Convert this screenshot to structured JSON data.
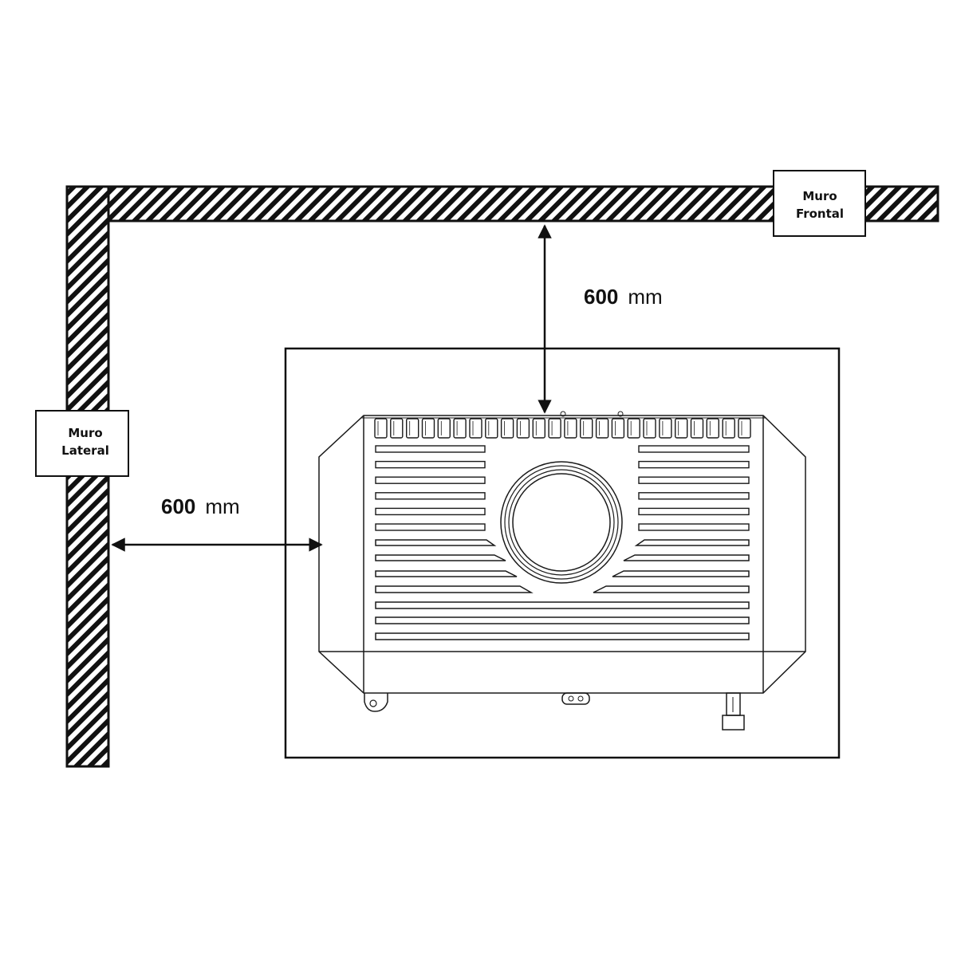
{
  "labels": {
    "front_wall": {
      "line1": "Muro",
      "line2": "Frontal"
    },
    "side_wall": {
      "line1": "Muro",
      "line2": "Lateral"
    }
  },
  "dimensions": {
    "front": {
      "value": "600",
      "unit": "mm"
    },
    "side": {
      "value": "600",
      "unit": "mm"
    }
  },
  "colors": {
    "ink": "#1a1a1a",
    "background": "#ffffff"
  }
}
